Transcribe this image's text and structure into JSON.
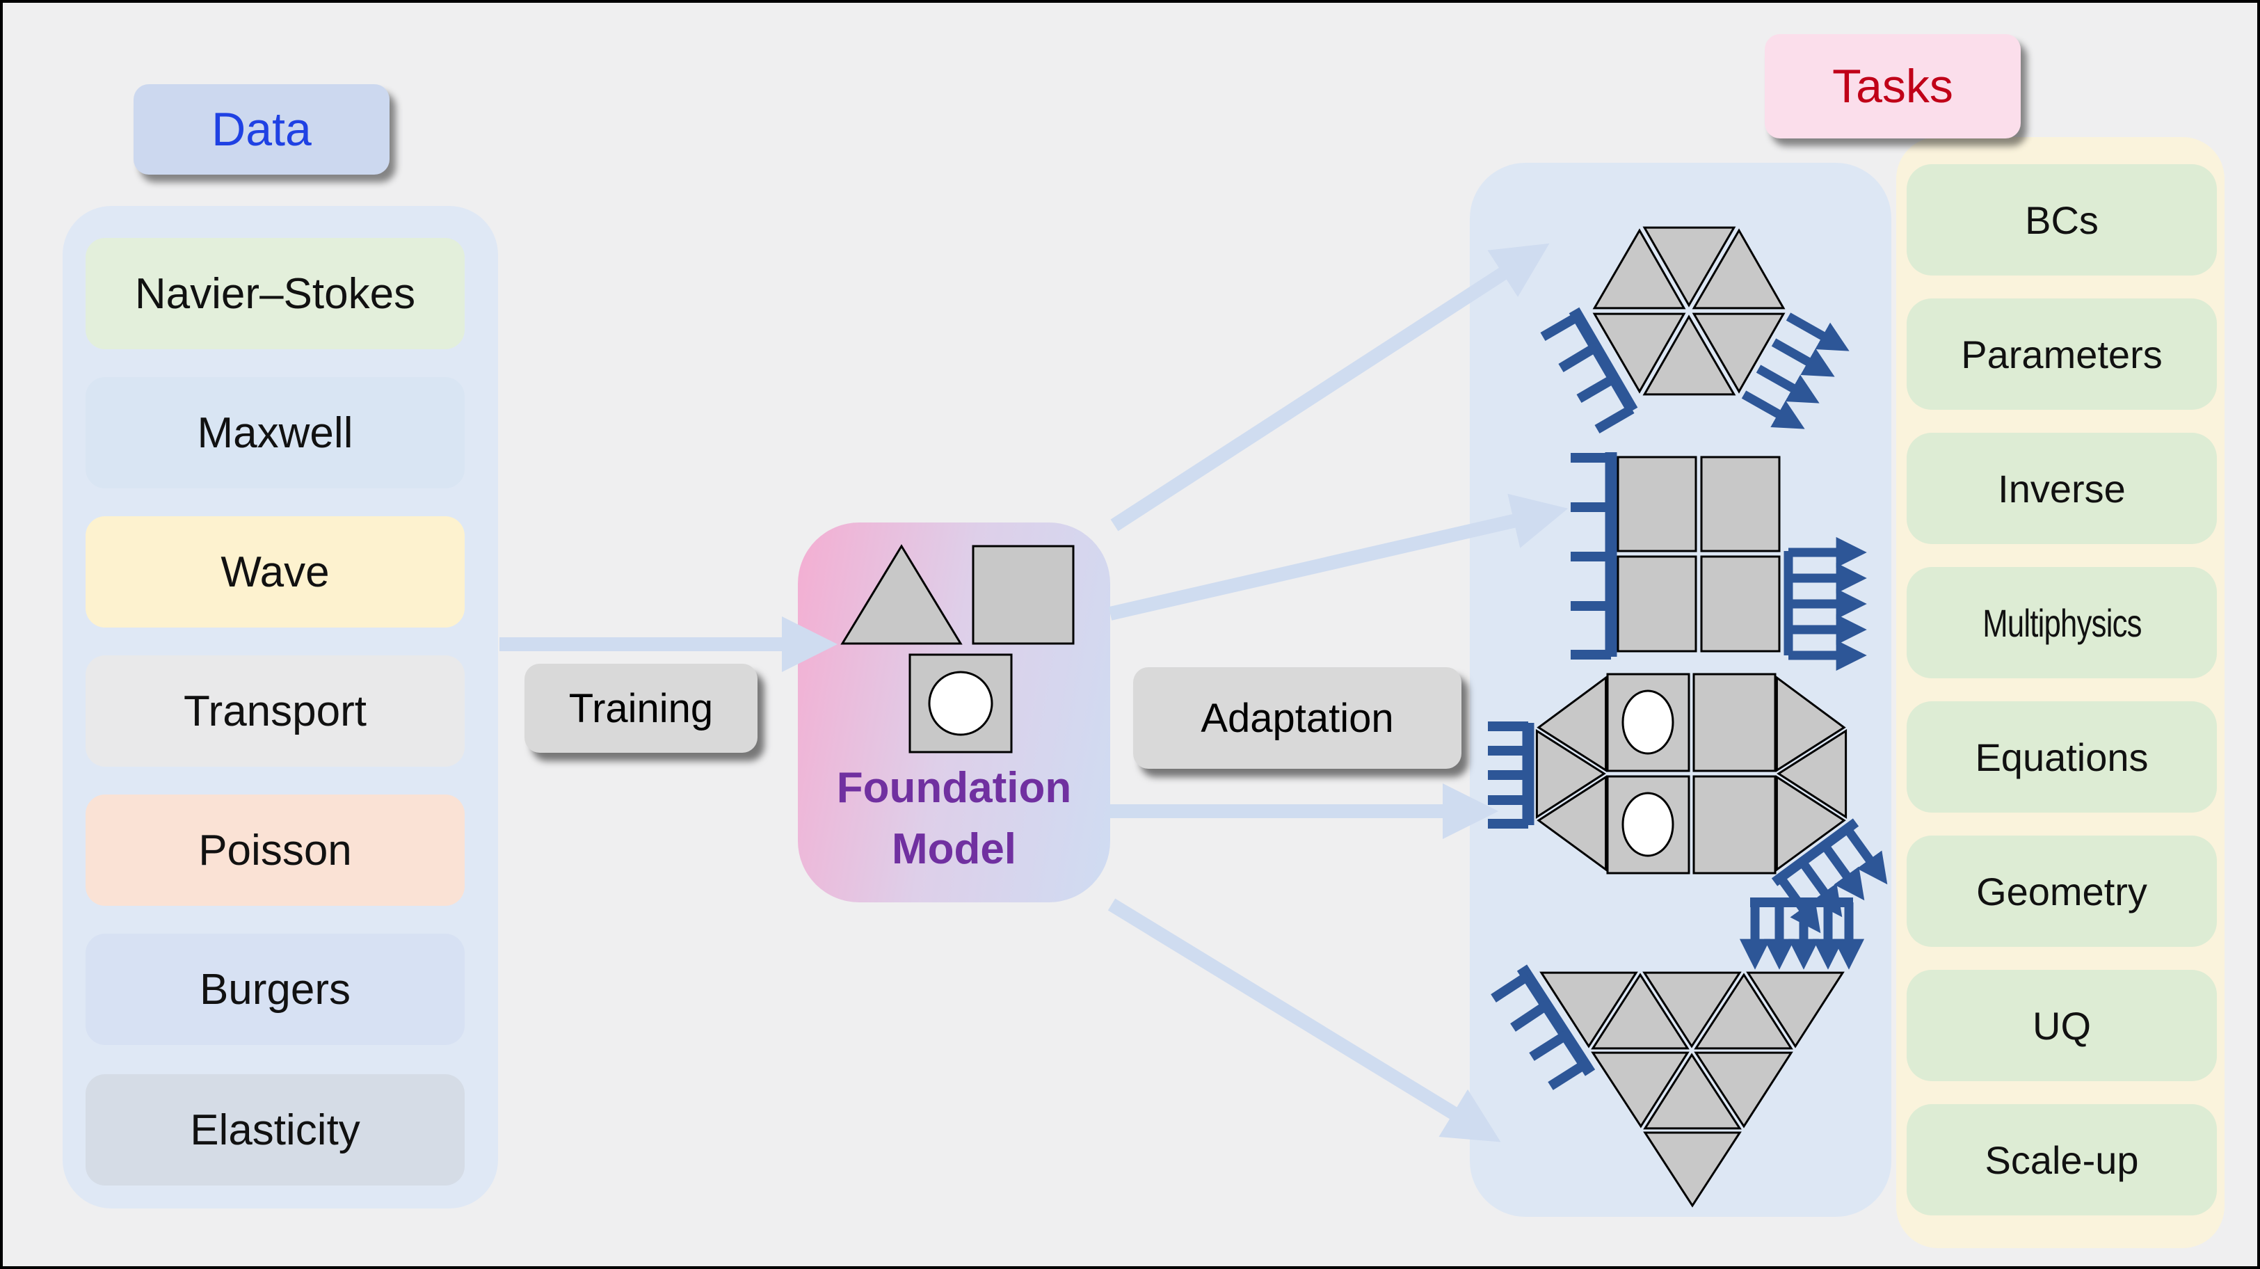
{
  "colors": {
    "page_background": "#efeff0",
    "page_border": "#000000",
    "flow_arrow": "#cfdcf0",
    "boundary_condition_blue": "#2d5697",
    "mesh_gray_fill": "#c8c8c8",
    "mesh_stroke": "#000000",
    "foundation_gradient_left": "#f4aed2",
    "foundation_gradient_right": "#cfdcf2",
    "foundation_text": "#7030a0",
    "data_label_text": "#1f41e3",
    "tasks_label_text": "#c00018",
    "step_box_bg": "#d9d9d9"
  },
  "data_section": {
    "label": "Data",
    "label_bg": "#ccd8ef",
    "panel_bg": "#dfe8f5",
    "items": [
      {
        "label": "Navier–Stokes",
        "bg": "#e3efdb"
      },
      {
        "label": "Maxwell",
        "bg": "#d9e5f3"
      },
      {
        "label": "Wave",
        "bg": "#fdf2cf"
      },
      {
        "label": "Transport",
        "bg": "#e9e9ea"
      },
      {
        "label": "Poisson",
        "bg": "#fae2d5"
      },
      {
        "label": "Burgers",
        "bg": "#d7e1f3"
      },
      {
        "label": "Elasticity",
        "bg": "#d5dce6"
      }
    ]
  },
  "pipeline": {
    "training_label": "Training",
    "adaptation_label": "Adaptation",
    "foundation_model": {
      "line1": "Foundation",
      "line2": "Model"
    }
  },
  "tasks_section": {
    "label": "Tasks",
    "label_bg": "#fbdeeb",
    "panel_bg": "#faf3dc",
    "illustration_panel_bg": "#dde7f4",
    "item_bg": "#ddecd4",
    "items": [
      {
        "label": "BCs"
      },
      {
        "label": "Parameters"
      },
      {
        "label": "Inverse"
      },
      {
        "label": "Multiphysics"
      },
      {
        "label": "Equations"
      },
      {
        "label": "Geometry"
      },
      {
        "label": "UQ"
      },
      {
        "label": "Scale-up"
      }
    ],
    "illustrations": [
      "hexagon-triangle-mesh-with-fixed-support-and-loads",
      "quad-mesh-with-fixed-support-and-loads",
      "mixed-quad-triangle-mesh-with-holes-fixed-support-and-loads",
      "inverted-triangle-mesh-with-fixed-support-and-distributed-load"
    ]
  }
}
